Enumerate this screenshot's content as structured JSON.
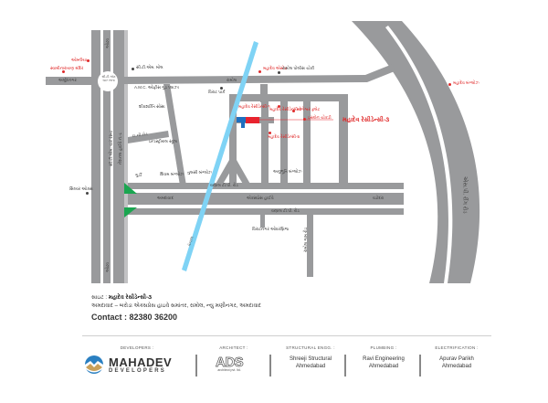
{
  "map": {
    "project_label": "મહાદેવ રેસીડેન્સી-૩",
    "labels": {
      "left_road_top": "ઓઢવ",
      "left_road_bottom": "ઓઢવ",
      "circle": "સી.ટી.એમ ચાર રસ્તા",
      "top_left_road": "અર્બુદનગર",
      "north_road": "રામોલ",
      "ne_road": "એસ.પી. રીંગ રોડ",
      "main_road_w": "અમદાવાદ",
      "main_road_mid": "એક્સપ્રેસ હાઈવે",
      "main_road_e": "વડોદરા",
      "nh_vertical": "નેશનલ હાઈવે નં.-૮",
      "nh_vertical_2": "સી.ટી.એમ. ચાર રસ્તા",
      "canal": "કેનાલ",
      "ub_road": "દા.ની.રોડ",
      "service_road_upper": "વસ્ત્રાલ ટી.પી. રોડ",
      "service_road_lower": "વસ્ત્રાલ ટી.પી. રોડ",
      "inner_road_1": "વસ્ત્રાલ રોડ",
      "inner_road_2": "વસ્ત્રાલ રોડ",
      "south_road": "રામોલ ગામ રોડ"
    },
    "landmarks": [
      {
        "name": "ઓમ્નીયા",
        "red": true
      },
      {
        "name": "સ્વામીનારાયણ મંદિર",
        "red": true
      },
      {
        "name": "સી.ટી.એમ. મોલ",
        "red": false
      },
      {
        "name": "A.M.C. ઓફીસ ગુડ પ્લાઝા",
        "red": false
      },
      {
        "name": "શીવશક્તિ સોસા",
        "red": false
      },
      {
        "name": "ઇન્ડસ્ટ્રીયલ સ્કૂલ",
        "red": false
      },
      {
        "name": "ગુર્ડી",
        "red": false
      },
      {
        "name": "શિવમ બંગ્લોઝ",
        "red": false
      },
      {
        "name": "તુલસી બંગ્લોઝ",
        "red": false
      },
      {
        "name": "વિરાટ પાર્ક",
        "red": false
      },
      {
        "name": "મહાદેવ એસ્ટેટ",
        "red": true
      },
      {
        "name": "રામોલ પોલીસ ચોકી",
        "red": false
      },
      {
        "name": "મહાદેવ રેસીડેન્સી-૧",
        "red": true
      },
      {
        "name": "મહાદેવ રેસીડેન્સી-૨",
        "red": true
      },
      {
        "name": "મહાદેવ રેસીડેન્સી-૪",
        "red": true
      },
      {
        "name": "યોગેશ્વર ફ્લેટ",
        "red": true
      },
      {
        "name": "ઇસ્કોન ચોકડી",
        "red": true
      },
      {
        "name": "મહાદેવ બંગ્લોઝ",
        "red": true
      },
      {
        "name": "અનુભૂતિ બંગ્લોઝ",
        "red": false
      },
      {
        "name": "વિરાટનગર ઓવરબ્રિજ",
        "red": false
      },
      {
        "name": "જનતાનગર પોલીસ સ્ટેશન",
        "red": false
      },
      {
        "name": "સિલ્વર ઓક્સ",
        "red": false
      }
    ]
  },
  "address": {
    "site_label": "સાઇટ",
    "project": "મહાદેવ રેસીડેન્સી-૩",
    "line": "અમદાવાદ – બરોડા એક્સપ્રેસ હાઇવે સમાંતર, રામોલ, ન્યુ મણીનગર, અમદાવાદ",
    "contact": "Contact : 82380 36200"
  },
  "credits": {
    "developers": {
      "role": "DEVELOPERS :",
      "logo_big": "MAHADEV",
      "logo_small": "DEVELOPERS"
    },
    "architect": {
      "role": "ARCHITECT :",
      "logo": "ADS",
      "logo_sub": "architect pvt. ltd."
    },
    "structural": {
      "role": "STRUCTURAL ENGG. :",
      "name1": "Shreeji Structural",
      "name2": "Ahmedabad"
    },
    "plumbing": {
      "role": "PLUMBING :",
      "name1": "Ravi Engineering",
      "name2": "Ahmedabad"
    },
    "electrification": {
      "role": "ELECTRIFICATION :",
      "name1": "Apurav Parikh",
      "name2": "Ahmedabad"
    }
  },
  "colors": {
    "road": "#999a9c",
    "canal": "#7fd3f5",
    "highlight_red": "#e8232e",
    "highlight_blue": "#1f6fbf",
    "green": "#1aa650"
  }
}
